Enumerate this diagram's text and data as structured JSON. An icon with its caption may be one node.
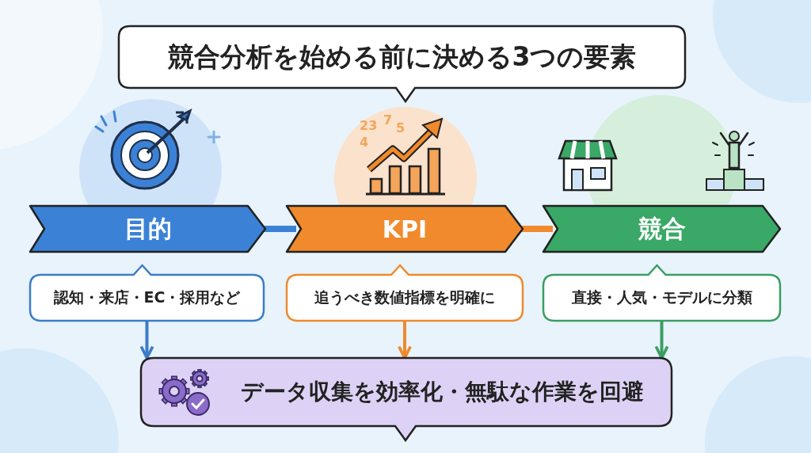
{
  "diagram": {
    "title": "競合分析を始める前に決める3つの要素",
    "nodes": [
      {
        "text": [
          "目的"
        ]
      },
      {
        "text": [
          "KPI"
        ]
      },
      {
        "text": [
          "競合"
        ]
      },
      {
        "text": [
          "認知・来店・EC・採用など"
        ]
      },
      {
        "text": [
          "追うべき数値指標を明確に"
        ]
      },
      {
        "text": [
          "直接・人気・モデルに分類"
        ]
      },
      {
        "text": [
          "データ収集を効率化・無駄な作業を回避"
        ]
      }
    ],
    "edges": [
      {
        "from": 0,
        "to": 1,
        "arrow": "none",
        "style": "thick",
        "color": "#3b82d6"
      },
      {
        "from": 1,
        "to": 2,
        "arrow": "none",
        "style": "thick",
        "color": "#f08a2c"
      },
      {
        "from": 3,
        "to": 6,
        "arrow": "to",
        "color": "#3b7cc9"
      },
      {
        "from": 4,
        "to": 6,
        "arrow": "to",
        "color": "#ee8a2e"
      },
      {
        "from": 5,
        "to": 6,
        "arrow": "to",
        "color": "#3a9e62"
      }
    ],
    "labels": [
      "23",
      "7",
      "5",
      "4"
    ]
  }
}
